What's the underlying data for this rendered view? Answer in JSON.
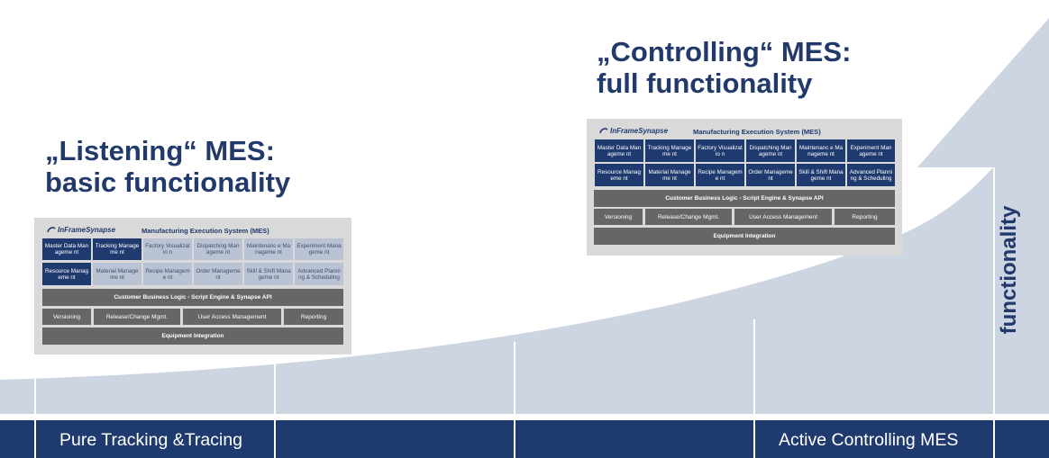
{
  "headings": {
    "listening": {
      "line1": "„Listening“ MES:",
      "line2": "basic functionality"
    },
    "controlling": {
      "line1": "„Controlling“ MES:",
      "line2": "full functionality"
    }
  },
  "axis": {
    "left_label": "Pure Tracking &Tracing",
    "right_label": "Active Controlling MES",
    "vertical_label": "functionality"
  },
  "mes": {
    "logo_text": "InFrameSynapse",
    "title": "Manufacturing Execution System (MES)",
    "modules_row1": [
      "Master Data Manageme nt",
      "Tracking Manageme nt",
      "Factory Visualizatio n",
      "Dispatching Manageme nt",
      "Maintenanc e Manageme nt",
      "Experiment Manageme nt"
    ],
    "modules_row2": [
      "Resource Manageme nt",
      "Material Manageme nt",
      "Recipe Manageme nt",
      "Order Manageme nt",
      "Skill & Shift Manageme nt",
      "Advanced Planning & Scheduling"
    ],
    "business_logic": "Customer Business Logic - Script Engine & Synapse API",
    "services": [
      "Versioning",
      "Release/Change Mgmt.",
      "User Access Management",
      "Reporting"
    ],
    "equipment": "Equipment Integration"
  },
  "diagrams": {
    "listening": {
      "active_row1": [
        true,
        true,
        false,
        false,
        false,
        false
      ],
      "active_row2": [
        true,
        false,
        false,
        false,
        false,
        false
      ]
    },
    "controlling": {
      "active_row1": [
        true,
        true,
        true,
        true,
        true,
        true
      ],
      "active_row2": [
        true,
        true,
        true,
        true,
        true,
        true
      ]
    }
  },
  "colors": {
    "navy": "#22396b",
    "module_active": "#1f3a6e",
    "module_inactive": "#b9c3d3",
    "bar_grey": "#666666",
    "curve": "#cdd5e2",
    "panel": "#d9d9d9"
  }
}
